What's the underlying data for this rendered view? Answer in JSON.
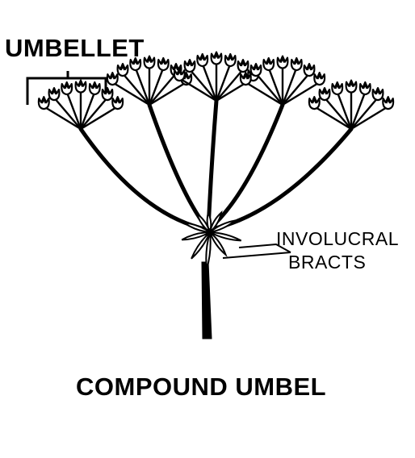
{
  "diagram": {
    "title": "COMPOUND UMBEL",
    "labels": {
      "umbellet": "UMBELLET",
      "involucral_line1": "INVOLUCRAL",
      "involucral_line2": "BRACTS"
    },
    "umbellets": [
      {
        "flowers": 7
      },
      {
        "flowers": 7
      },
      {
        "flowers": 7
      },
      {
        "flowers": 7
      },
      {
        "flowers": 7
      }
    ],
    "line_color": "#000000",
    "background_color": "#ffffff"
  }
}
